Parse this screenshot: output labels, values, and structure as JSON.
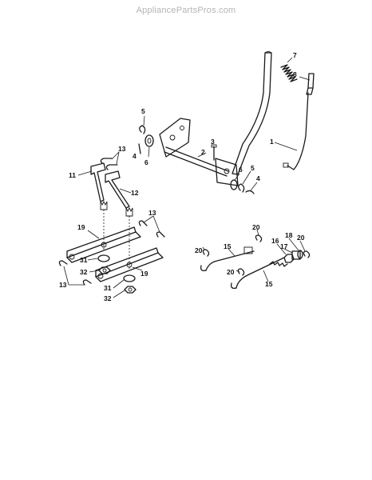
{
  "watermark": "AppliancePartsPros.com",
  "callouts": [
    {
      "key": "c1",
      "text": "1"
    },
    {
      "key": "c2",
      "text": "2"
    },
    {
      "key": "c3",
      "text": "3"
    },
    {
      "key": "c4a",
      "text": "4"
    },
    {
      "key": "c4b",
      "text": "4"
    },
    {
      "key": "c5a",
      "text": "5"
    },
    {
      "key": "c5b",
      "text": "5"
    },
    {
      "key": "c6a",
      "text": "6"
    },
    {
      "key": "c6b",
      "text": "6"
    },
    {
      "key": "c7",
      "text": "7"
    },
    {
      "key": "c8",
      "text": "8"
    },
    {
      "key": "c11",
      "text": "11"
    },
    {
      "key": "c12",
      "text": "12"
    },
    {
      "key": "c13a",
      "text": "13"
    },
    {
      "key": "c13b",
      "text": "13"
    },
    {
      "key": "c13c",
      "text": "13"
    },
    {
      "key": "c15a",
      "text": "15"
    },
    {
      "key": "c15b",
      "text": "15"
    },
    {
      "key": "c16",
      "text": "16"
    },
    {
      "key": "c17",
      "text": "17"
    },
    {
      "key": "c18",
      "text": "18"
    },
    {
      "key": "c19a",
      "text": "19"
    },
    {
      "key": "c19b",
      "text": "19"
    },
    {
      "key": "c20a",
      "text": "20"
    },
    {
      "key": "c20b",
      "text": "20"
    },
    {
      "key": "c20c",
      "text": "20"
    },
    {
      "key": "c20d",
      "text": "20"
    },
    {
      "key": "c31a",
      "text": "31"
    },
    {
      "key": "c31b",
      "text": "31"
    },
    {
      "key": "c32a",
      "text": "32"
    },
    {
      "key": "c32b",
      "text": "32"
    }
  ]
}
